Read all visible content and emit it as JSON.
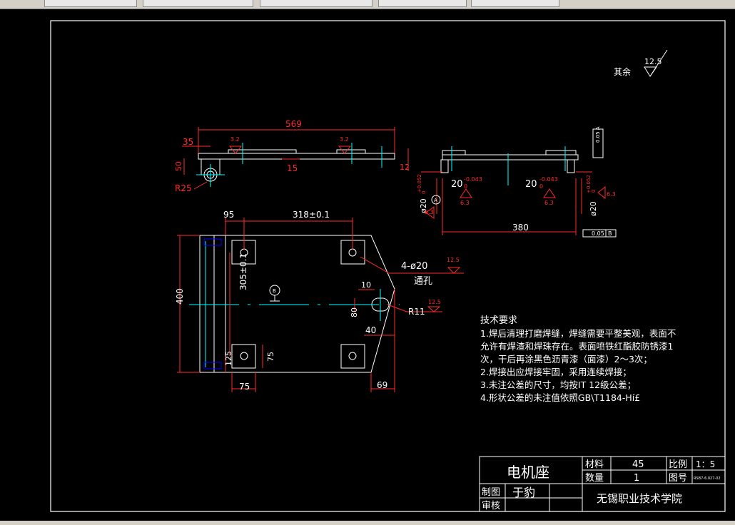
{
  "tabs": [
    "",
    "",
    "",
    "",
    ""
  ],
  "drawing": {
    "surface_finish_other_label": "其余",
    "surface_finish_other_value": "12.5",
    "top_view": {
      "dim_overall": "569",
      "dim_left": "35",
      "dim_height": "50",
      "dim_plate": "15",
      "dim_right": "12",
      "radius": "R25",
      "roughness_left": "3.2",
      "roughness_right": "3.2"
    },
    "side_view": {
      "dim_20_left": "20",
      "tol_left_upper": "-0.043",
      "tol_left_lower": "0",
      "dim_20_right": "20",
      "tol_right_upper": "-0.043",
      "tol_right_lower": "0",
      "dia_left": "ø20",
      "dia_left_tol_upper": "+0.052",
      "dia_left_tol_lower": "0",
      "dia_right": "ø20",
      "dia_right_tol_upper": "+0.052",
      "dia_right_tol_lower": "0",
      "roughness_a": "6.3",
      "roughness_b": "6.3",
      "roughness_c": "6.3",
      "roughness_d": "6.3",
      "dim_span": "380",
      "datum_a": "A",
      "tolerance_frame": "0.05",
      "tolerance_datum": "B",
      "vert_frame_text": "0.05 A"
    },
    "plan_view": {
      "dim_95": "95",
      "dim_318": "318±0.1",
      "dim_400": "400",
      "dim_305": "305±0.1",
      "dim_125": "125",
      "dim_75_left": "75",
      "dim_75_bottom": "75",
      "dim_10": "10",
      "dim_80": "80",
      "dim_40": "40",
      "dim_69": "69",
      "radius": "R11",
      "holes_note": "4-ø20",
      "through_note": "通孔",
      "roughness_holes": "12.5",
      "roughness_slot": "12.5",
      "datum_b": "B"
    },
    "tech_requirements": {
      "title": "技术要求",
      "line1": "1.焊后清理打磨焊缝，焊缝需要平整美观，表面不",
      "line2": "允许有焊渣和焊珠存在。表面喷铁红酯胶防锈漆1",
      "line3": "次，干后再涂黑色沥青漆（面漆）2～3次；",
      "line4": "2.焊接出应焊接牢固，采用连续焊接；",
      "line5": "3.未注公差的尺寸，均按IT 12级公差；",
      "line6": "4.形状公差的未注值依照GB\\T1184-Hí£"
    },
    "title_block": {
      "part_name": "电机座",
      "material_label": "材料",
      "material_value": "45",
      "scale_label": "比例",
      "scale_value": "1：5",
      "quantity_label": "数量",
      "quantity_value": "1",
      "drawing_no_label": "图号",
      "drawing_no_value": "RSB7-6.027-02",
      "drawn_label": "制图",
      "drawn_value": "于豹",
      "checked_label": "审核",
      "school": "无锡职业技术学院"
    }
  }
}
